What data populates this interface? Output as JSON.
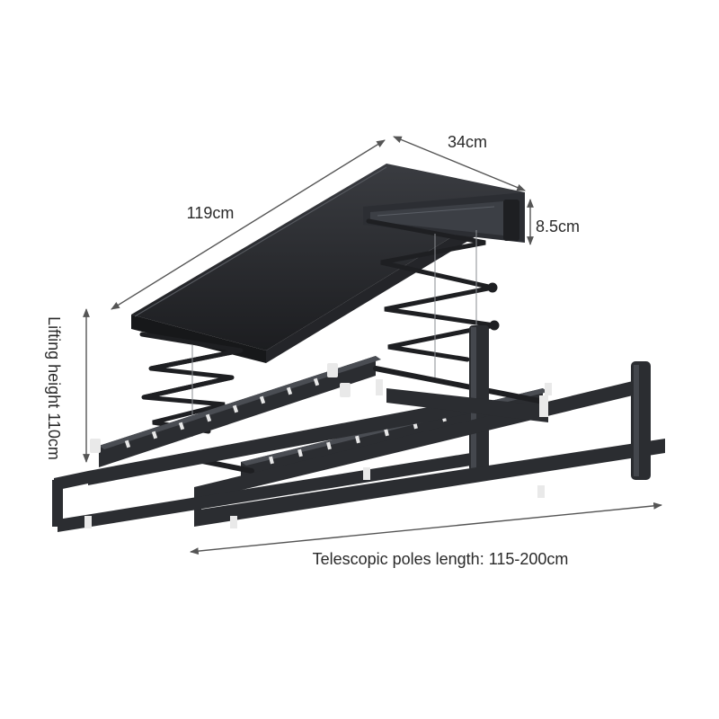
{
  "dimensions": {
    "width_label": "34cm",
    "length_label": "119cm",
    "height_label": "8.5cm",
    "lift_label": "Lifting height 110cm",
    "poles_label": "Telescopic poles length: 115-200cm"
  },
  "colors": {
    "body": "#2b2d31",
    "body_dark": "#1b1c1f",
    "body_light": "#4a4d53",
    "joint": "#e9e9e9",
    "dim_line": "#555555"
  }
}
